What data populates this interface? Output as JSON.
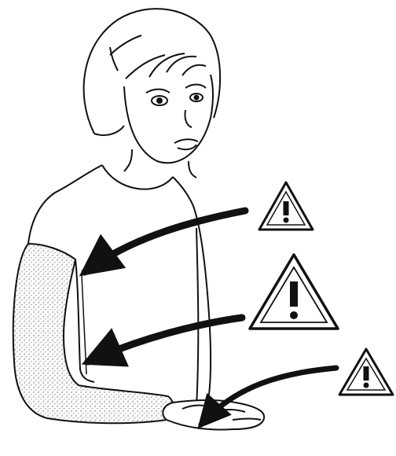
{
  "illustration": {
    "subject": "child-with-arm-cast",
    "line_color": "#111111",
    "background_color": "#ffffff",
    "stipple_color": "#2a2a2a"
  },
  "warnings": [
    {
      "icon": "warning-triangle-icon",
      "glyph": "!",
      "target": "upper-arm"
    },
    {
      "icon": "warning-triangle-icon",
      "glyph": "!",
      "target": "forearm"
    },
    {
      "icon": "warning-triangle-icon",
      "glyph": "!",
      "target": "hand"
    }
  ]
}
